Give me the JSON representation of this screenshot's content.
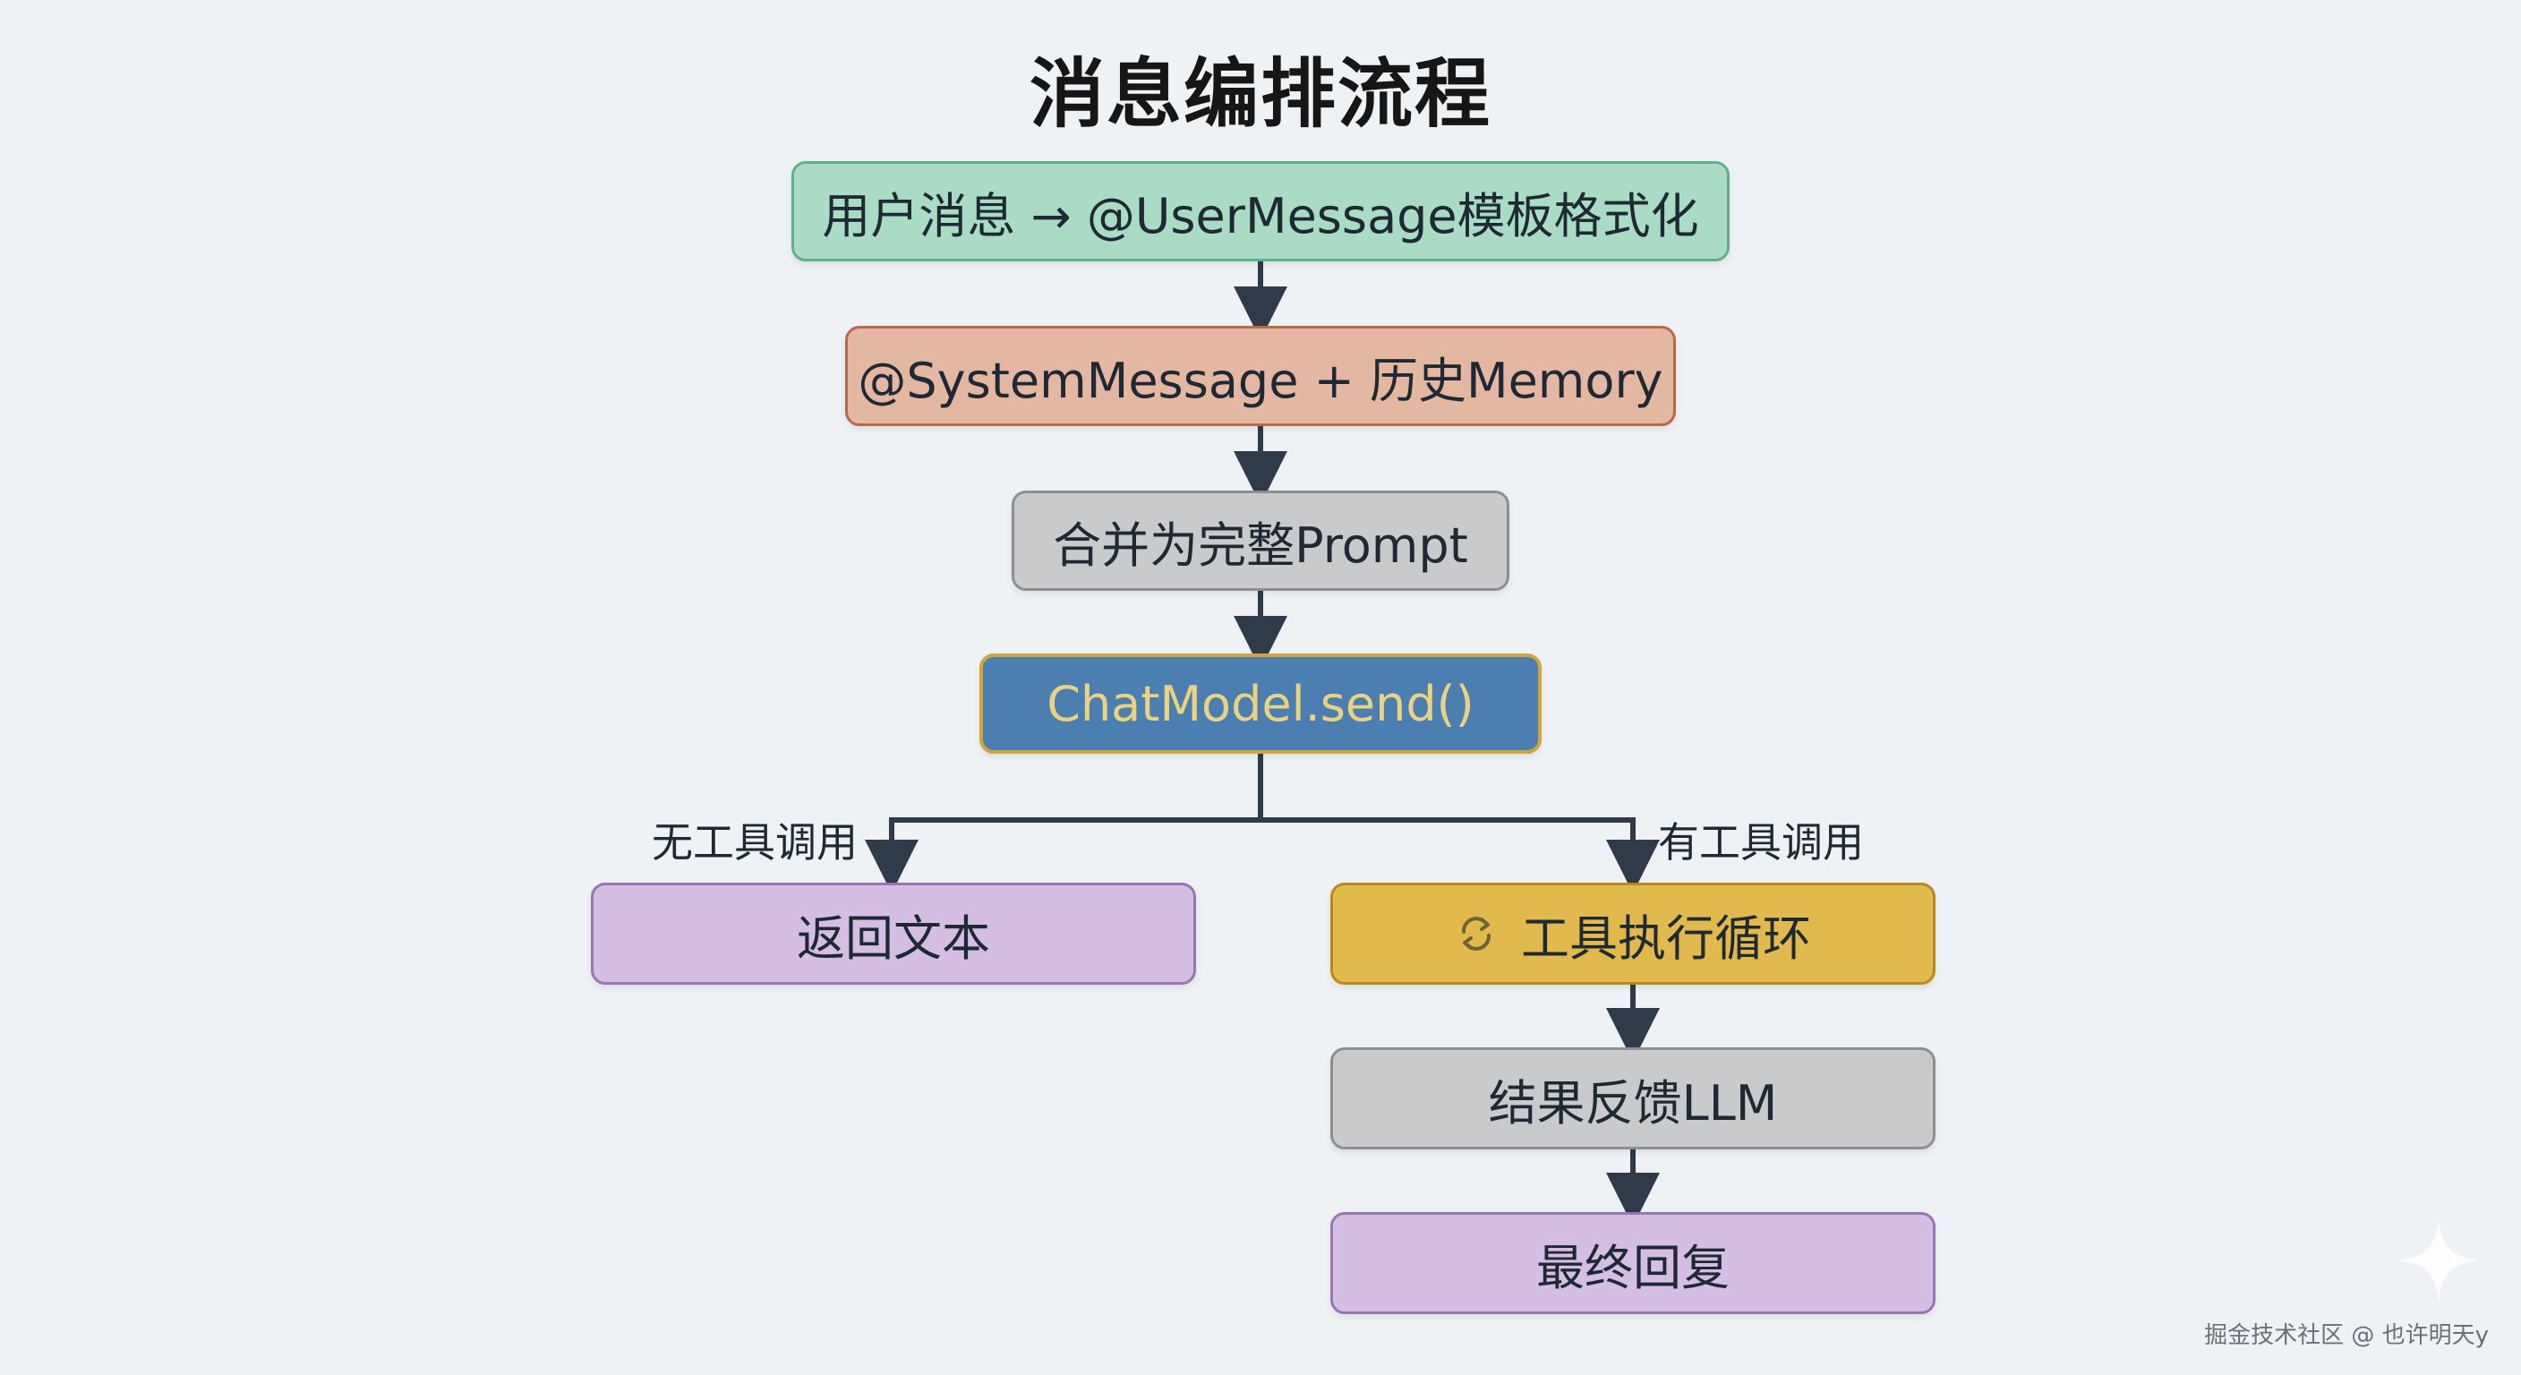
{
  "title": "消息编排流程",
  "nodes": {
    "user_message": "用户消息 → @UserMessage模板格式化",
    "system_memory": "@SystemMessage + 历史Memory",
    "merge_prompt": "合并为完整Prompt",
    "chat_model_send": "ChatModel.send()",
    "return_text": "返回文本",
    "tool_loop": "工具执行循环",
    "feedback_llm": "结果反馈LLM",
    "final_reply": "最终回复"
  },
  "branch_labels": {
    "no_tool": "无工具调用",
    "has_tool": "有工具调用"
  },
  "icons": {
    "tool_loop_icon": "repeat-icon"
  },
  "watermark": "掘金技术社区 @ 也许明天y",
  "colors": {
    "background": "#eff2f5",
    "edge": "#2f3b4a",
    "green": "#a9dbc5",
    "salmon": "#e3b7a1",
    "gray": "#c9cacc",
    "blue": "#4b7fb2",
    "blue_text": "#ecd27e",
    "purple": "#d6bee3",
    "gold": "#e1b94d"
  }
}
